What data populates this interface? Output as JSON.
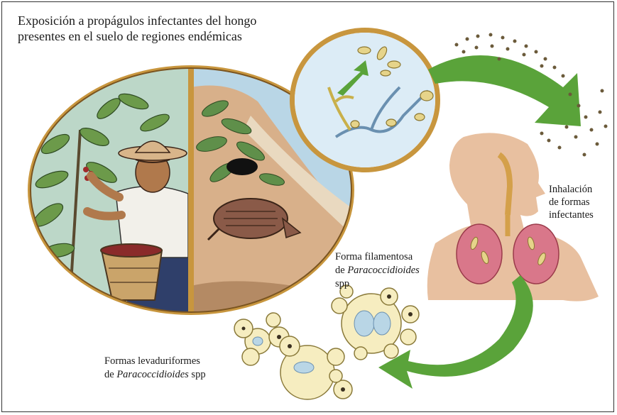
{
  "title": {
    "line1": "Exposición a propágulos infectantes del hongo",
    "line2": "presentes en el suelo de regiones endémicas"
  },
  "inhalation_label": {
    "line1": "Inhalación",
    "line2": "de formas",
    "line3": "infectantes"
  },
  "filamentous_label": {
    "line1": "Forma filamentosa",
    "line2_prefix": "de ",
    "line2_italic": "Paracoccidioides",
    "line3": "spp"
  },
  "yeast_label": {
    "line1": "Formas levaduriformes",
    "line2_prefix": "de ",
    "line2_italic": "Paracoccidioides",
    "line2_suffix": " spp"
  },
  "colors": {
    "frame_ring": "#c8963e",
    "arrow_green": "#5aa33a",
    "lung": "#d9778a",
    "body": "#e8c0a0",
    "yeast_wall": "#d8c98a"
  }
}
